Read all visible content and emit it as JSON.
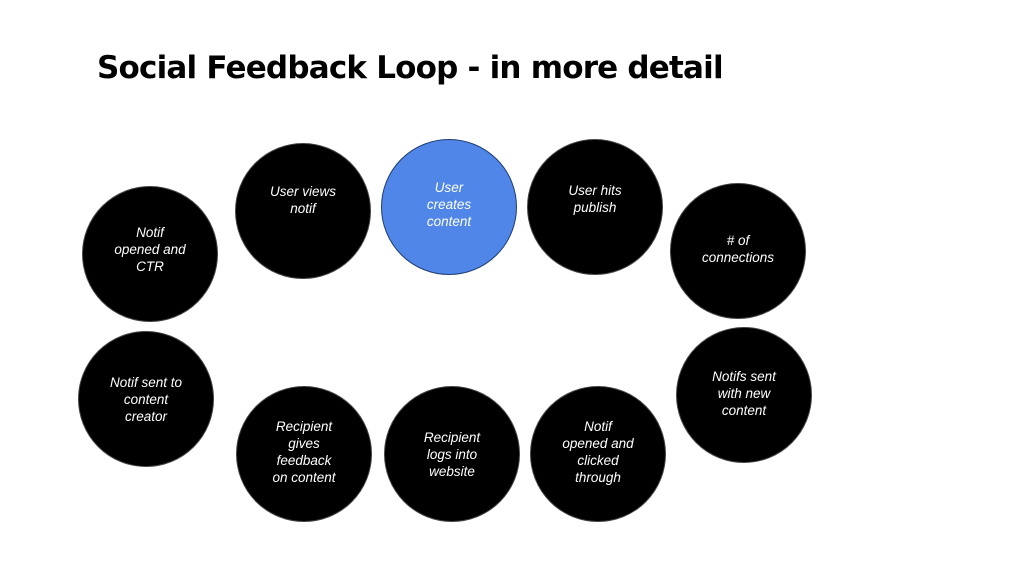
{
  "slide": {
    "title": "Social Feedback Loop - in more detail"
  },
  "nodes": [
    {
      "id": "user-creates-content",
      "label": "User\ncreates\ncontent",
      "highlighted": true
    },
    {
      "id": "user-hits-publish",
      "label": "User hits\npublish",
      "highlighted": false
    },
    {
      "id": "number-of-connections",
      "label": "# of\nconnections",
      "highlighted": false
    },
    {
      "id": "notifs-sent-with-new-content",
      "label": "Notifs sent\nwith new\ncontent",
      "highlighted": false
    },
    {
      "id": "notif-opened-and-clicked-through",
      "label": "Notif\nopened and\nclicked\nthrough",
      "highlighted": false
    },
    {
      "id": "recipient-logs-into-website",
      "label": "Recipient\nlogs into\nwebsite",
      "highlighted": false
    },
    {
      "id": "recipient-gives-feedback",
      "label": "Recipient\ngives\nfeedback\non content",
      "highlighted": false
    },
    {
      "id": "notif-sent-to-content-creator",
      "label": "Notif sent to\ncontent\ncreator",
      "highlighted": false
    },
    {
      "id": "notif-opened-and-ctr",
      "label": "Notif\nopened and\nCTR",
      "highlighted": false
    },
    {
      "id": "user-views-notif",
      "label": "User views\nnotif",
      "highlighted": false
    }
  ],
  "colors": {
    "node_fill": "#000000",
    "highlight_fill": "#4f86e8",
    "label_text": "#ffffff",
    "background": "#ffffff"
  }
}
